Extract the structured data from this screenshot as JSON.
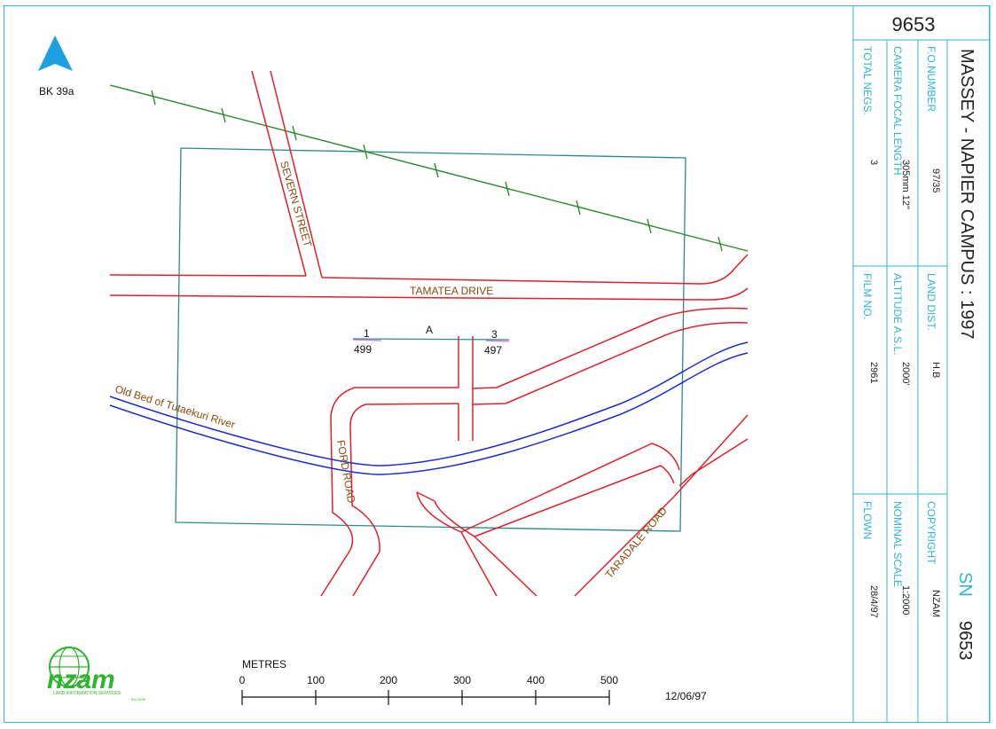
{
  "sheet": {
    "number": "9653",
    "title": "MASSEY - NAPIER CAMPUS : 1997",
    "sn_prefix": "SN",
    "sn_number": "9653",
    "date": "12/06/97",
    "map_ref": "BK 39a",
    "north_label": "N",
    "photo_label": "A",
    "photo_start": {
      "frame": "1",
      "run": "499"
    },
    "photo_end": {
      "frame": "3",
      "run": "497"
    }
  },
  "info": [
    {
      "label": "TOTAL NEGS.",
      "value": "3"
    },
    {
      "label": "CAMERA FOCAL LENGTH",
      "value": "305mm 12\""
    },
    {
      "label": "F.O.NUMBER",
      "value": "97/35"
    },
    {
      "label": "FILM NO.",
      "value": "2961"
    },
    {
      "label": "ALTITUDE A.S.L.",
      "value": "2000'"
    },
    {
      "label": "LAND DIST.",
      "value": "H.B"
    },
    {
      "label": "FLOWN",
      "value": "28/4/97"
    },
    {
      "label": "NOMINAL SCALE",
      "value": "1:2000"
    },
    {
      "label": "COPYRIGHT",
      "value": "NZAM"
    }
  ],
  "roads": {
    "severn": "SEVERN STREET",
    "tamatea": "TAMATEA DRIVE",
    "ford": "FORD ROAD",
    "taradale": "TARADALE ROAD",
    "river": "Old Bed of Tutaekuri River"
  },
  "scale_bar": {
    "title": "METRES",
    "ticks": [
      "0",
      "100",
      "200",
      "300",
      "400",
      "500"
    ]
  },
  "logo": {
    "text": "nzam",
    "sub": "LAND INFORMATION SERVICES",
    "est": "Est 1936"
  },
  "colors": {
    "road": "#e0202a",
    "river": "#1a2bd8",
    "railway": "#2a8a2a",
    "photo_block": "#2a8a8a",
    "panel": "#2fb5d8",
    "label": "#8a4b0b",
    "logo": "#2db52d"
  }
}
